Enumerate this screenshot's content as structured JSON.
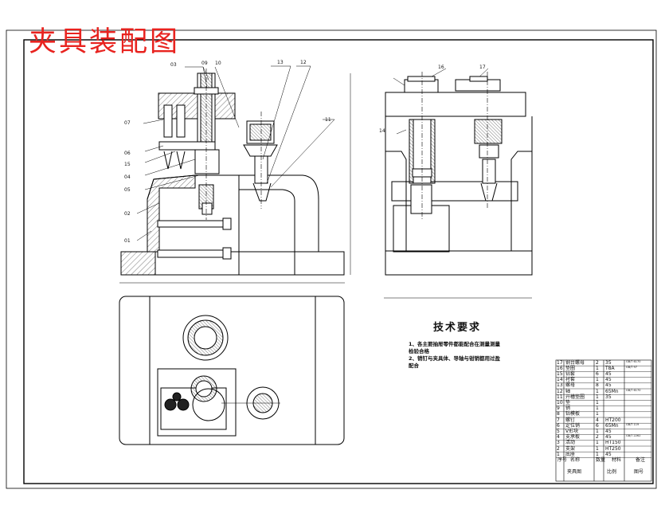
{
  "drawing": {
    "title": "夹具装配图",
    "title_color": "#e8231f",
    "leaders": [
      "03",
      "09",
      "10",
      "13",
      "12",
      "07",
      "06",
      "15",
      "04",
      "05",
      "02",
      "01",
      "14",
      "16",
      "17",
      "11"
    ],
    "tech": {
      "title": "技术要求",
      "line1a": "1、各主要抽屉零件都能配合在测量测量",
      "line1b": "检验合格",
      "line2a": "2、销钉与夹具体、导轴与钳销都用过盈",
      "line2b": "配合"
    },
    "bom": [
      {
        "no": "17",
        "name": "钢台螺母",
        "qty": "2",
        "mat": "35",
        "std": "GB/T 6170"
      },
      {
        "no": "16",
        "name": "垫圈",
        "qty": "1",
        "mat": "T8A",
        "std": "GB/T 97"
      },
      {
        "no": "15",
        "name": "钻套",
        "qty": "6",
        "mat": "45",
        "std": ""
      },
      {
        "no": "14",
        "name": "衬套",
        "qty": "1",
        "mat": "45",
        "std": ""
      },
      {
        "no": "13",
        "name": "螺母",
        "qty": "8",
        "mat": "45",
        "std": ""
      },
      {
        "no": "12",
        "name": "轴",
        "qty": "1",
        "mat": "65Mn",
        "std": "GB/T 6170"
      },
      {
        "no": "11",
        "name": "开槽垫圈",
        "qty": "1",
        "mat": "35",
        "std": ""
      },
      {
        "no": "10",
        "name": "垫",
        "qty": "1",
        "mat": "",
        "std": ""
      },
      {
        "no": "9",
        "name": "销",
        "qty": "1",
        "mat": "",
        "std": ""
      },
      {
        "no": "8",
        "name": "钻模板",
        "qty": "1",
        "mat": "",
        "std": ""
      },
      {
        "no": "7",
        "name": "螺钉",
        "qty": "4",
        "mat": "HT200",
        "std": ""
      },
      {
        "no": "6",
        "name": "定位销",
        "qty": "6",
        "mat": "65Mn",
        "std": "GB/T 119"
      },
      {
        "no": "5",
        "name": "V形块",
        "qty": "1",
        "mat": "45",
        "std": ""
      },
      {
        "no": "4",
        "name": "支承板",
        "qty": "2",
        "mat": "45",
        "std": "GB/T 2262"
      },
      {
        "no": "3",
        "name": "活动",
        "qty": "1",
        "mat": "HT150",
        "std": ""
      },
      {
        "no": "2",
        "name": "支架",
        "qty": "1",
        "mat": "HT250",
        "std": ""
      },
      {
        "no": "1",
        "name": "底座",
        "qty": "1",
        "mat": "45",
        "std": ""
      }
    ],
    "bom_header": {
      "no": "序号",
      "name": "名称",
      "qty": "数量",
      "mat": "材料",
      "note": "备注"
    },
    "title_block": {
      "name": "夹具图",
      "scale": "比例",
      "sheet": "图号"
    }
  }
}
